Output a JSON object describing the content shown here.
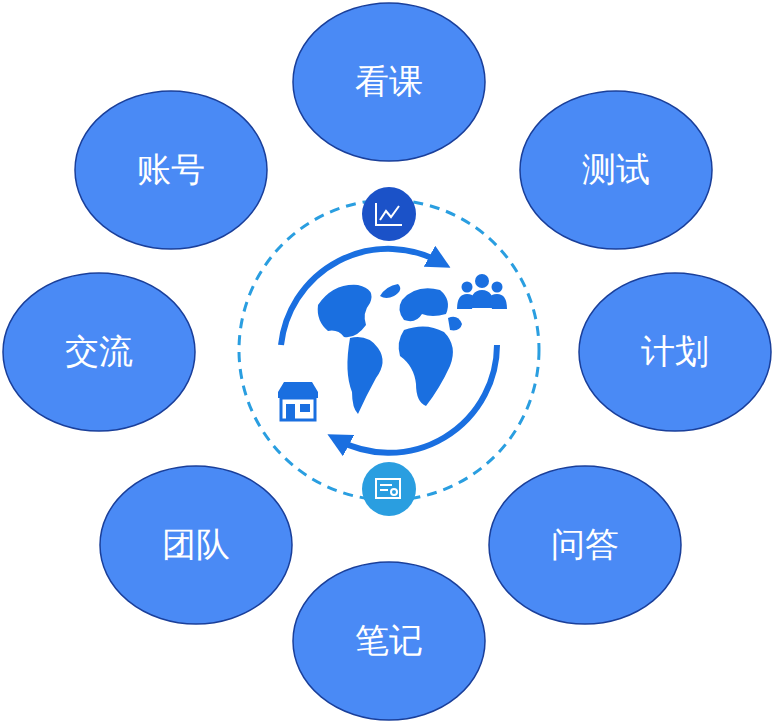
{
  "diagram": {
    "nodes": [
      {
        "text": [
          "看课"
        ]
      },
      {
        "text": [
          "账号"
        ]
      },
      {
        "text": [
          "测试"
        ]
      },
      {
        "text": [
          "交流"
        ]
      },
      {
        "text": [
          "计划"
        ]
      },
      {
        "text": [
          "团队"
        ]
      },
      {
        "text": [
          "问答"
        ]
      },
      {
        "text": [
          "笔记"
        ]
      }
    ]
  }
}
